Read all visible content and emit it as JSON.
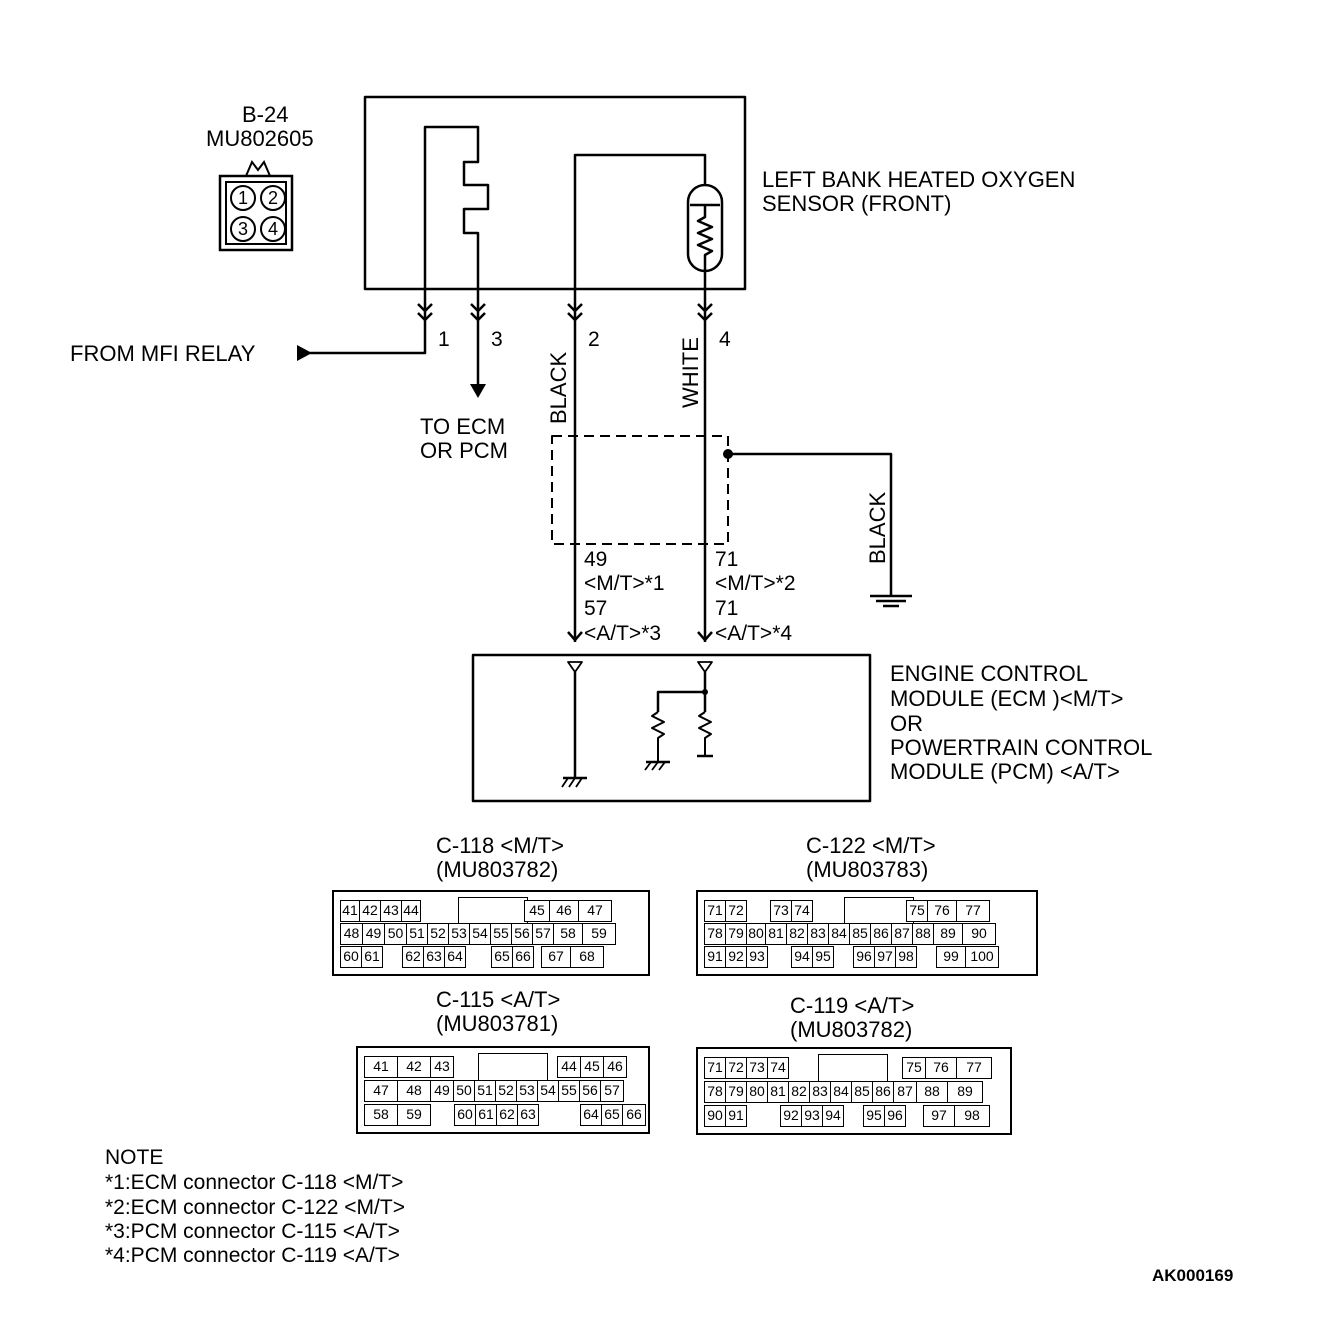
{
  "sensor_connector": {
    "id": "B-24",
    "part": "MU802605",
    "pins": [
      "1",
      "2",
      "3",
      "4"
    ]
  },
  "sensor_label": [
    "LEFT BANK HEATED OXYGEN",
    "SENSOR (FRONT)"
  ],
  "from_relay": "FROM MFI RELAY",
  "to_ecm": [
    "TO ECM",
    "OR PCM"
  ],
  "pin_numbers": {
    "p1": "1",
    "p3": "3",
    "p2": "2",
    "p4": "4"
  },
  "wire_colors": {
    "w2": "BLACK",
    "w4": "WHITE",
    "shield_ground": "BLACK"
  },
  "terminal_left": [
    "49",
    "<M/T>*1",
    "57",
    "<A/T>*3"
  ],
  "terminal_right": [
    "71",
    "<M/T>*2",
    "71",
    "<A/T>*4"
  ],
  "module_label": [
    "ENGINE CONTROL",
    "MODULE (ECM )<M/T>",
    "OR",
    "POWERTRAIN CONTROL",
    "MODULE (PCM) <A/T>"
  ],
  "connectors": [
    {
      "title": "C-118 <M/T>",
      "part": "(MU803782)",
      "rows": [
        [
          [
            "41",
            20
          ],
          [
            "42",
            22
          ],
          [
            "43",
            22
          ],
          [
            "44",
            20
          ],
          [
            "",
            0
          ],
          [
            "",
            104
          ],
          [
            "",
            0
          ],
          [
            "45",
            26
          ],
          [
            "46",
            30
          ],
          [
            "47",
            34
          ]
        ],
        [
          [
            "48",
            23
          ],
          [
            "49",
            23
          ],
          [
            "50",
            23
          ],
          [
            "51",
            22
          ],
          [
            "52",
            22
          ],
          [
            "53",
            22
          ],
          [
            "54",
            22
          ],
          [
            "55",
            22
          ],
          [
            "56",
            22
          ],
          [
            "57",
            22
          ],
          [
            "58",
            30
          ],
          [
            "59",
            34
          ]
        ],
        [
          [
            "60",
            22
          ],
          [
            "61",
            22
          ],
          [
            "",
            20
          ],
          [
            "62",
            22
          ],
          [
            "63",
            22
          ],
          [
            "64",
            22
          ],
          [
            "",
            26
          ],
          [
            "65",
            22
          ],
          [
            "66",
            22
          ],
          [
            "",
            8
          ],
          [
            "67",
            30
          ],
          [
            "68",
            34
          ]
        ]
      ]
    },
    {
      "title": "C-122 <M/T>",
      "part": "(MU803783)",
      "rows": [
        [
          [
            "71",
            22
          ],
          [
            "72",
            22
          ],
          [
            "",
            24
          ],
          [
            "73",
            22
          ],
          [
            "74",
            22
          ],
          [
            "",
            0
          ],
          [
            "",
            94
          ],
          [
            "",
            0
          ],
          [
            "75",
            22
          ],
          [
            "76",
            30
          ],
          [
            "77",
            34
          ]
        ],
        [
          [
            "78",
            22
          ],
          [
            "79",
            22
          ],
          [
            "80",
            20
          ],
          [
            "81",
            22
          ],
          [
            "82",
            22
          ],
          [
            "83",
            22
          ],
          [
            "84",
            22
          ],
          [
            "85",
            22
          ],
          [
            "86",
            22
          ],
          [
            "87",
            22
          ],
          [
            "88",
            22
          ],
          [
            "89",
            30
          ],
          [
            "90",
            34
          ]
        ],
        [
          [
            "91",
            22
          ],
          [
            "92",
            22
          ],
          [
            "93",
            22
          ],
          [
            "",
            24
          ],
          [
            "94",
            22
          ],
          [
            "95",
            22
          ],
          [
            "",
            20
          ],
          [
            "96",
            22
          ],
          [
            "97",
            22
          ],
          [
            "98",
            22
          ],
          [
            "",
            20
          ],
          [
            "99",
            30
          ],
          [
            "100",
            34
          ]
        ]
      ]
    },
    {
      "title": "C-115 <A/T>",
      "part": "(MU803781)",
      "rows": [
        [
          [
            "41",
            34
          ],
          [
            "42",
            34
          ],
          [
            "43",
            24
          ],
          [
            "",
            14
          ],
          [
            "",
            70
          ],
          [
            "",
            20
          ],
          [
            "44",
            24
          ],
          [
            "45",
            24
          ],
          [
            "46",
            24
          ]
        ],
        [
          [
            "47",
            34
          ],
          [
            "48",
            34
          ],
          [
            "49",
            24
          ],
          [
            "50",
            22
          ],
          [
            "51",
            22
          ],
          [
            "52",
            22
          ],
          [
            "53",
            22
          ],
          [
            "54",
            22
          ],
          [
            "55",
            22
          ],
          [
            "56",
            22
          ],
          [
            "57",
            24
          ]
        ],
        [
          [
            "58",
            34
          ],
          [
            "59",
            34
          ],
          [
            "",
            24
          ],
          [
            "60",
            22
          ],
          [
            "61",
            22
          ],
          [
            "62",
            22
          ],
          [
            "63",
            22
          ],
          [
            "",
            42
          ],
          [
            "64",
            22
          ],
          [
            "65",
            22
          ],
          [
            "66",
            24
          ]
        ]
      ]
    },
    {
      "title": "C-119 <A/T>",
      "part": "(MU803782)",
      "rows": [
        [
          [
            "71",
            22
          ],
          [
            "72",
            22
          ],
          [
            "73",
            22
          ],
          [
            "74",
            22
          ],
          [
            "",
            18
          ],
          [
            "",
            74
          ],
          [
            "",
            22
          ],
          [
            "75",
            24
          ],
          [
            "76",
            32
          ],
          [
            "77",
            36
          ]
        ],
        [
          [
            "78",
            22
          ],
          [
            "79",
            22
          ],
          [
            "80",
            22
          ],
          [
            "81",
            22
          ],
          [
            "82",
            22
          ],
          [
            "83",
            22
          ],
          [
            "84",
            22
          ],
          [
            "85",
            22
          ],
          [
            "86",
            22
          ],
          [
            "87",
            24
          ],
          [
            "88",
            32
          ],
          [
            "89",
            36
          ]
        ],
        [
          [
            "90",
            22
          ],
          [
            "91",
            22
          ],
          [
            "",
            34
          ],
          [
            "92",
            22
          ],
          [
            "93",
            22
          ],
          [
            "94",
            22
          ],
          [
            "",
            20
          ],
          [
            "95",
            22
          ],
          [
            "96",
            22
          ],
          [
            "",
            18
          ],
          [
            "97",
            32
          ],
          [
            "98",
            36
          ]
        ]
      ]
    }
  ],
  "note": {
    "title": "NOTE",
    "lines": [
      "*1:ECM connector C-118 <M/T>",
      "*2:ECM connector C-122 <M/T>",
      "*3:PCM connector C-115 <A/T>",
      "*4:PCM connector C-119 <A/T>"
    ]
  },
  "figure_code": "AK000169"
}
